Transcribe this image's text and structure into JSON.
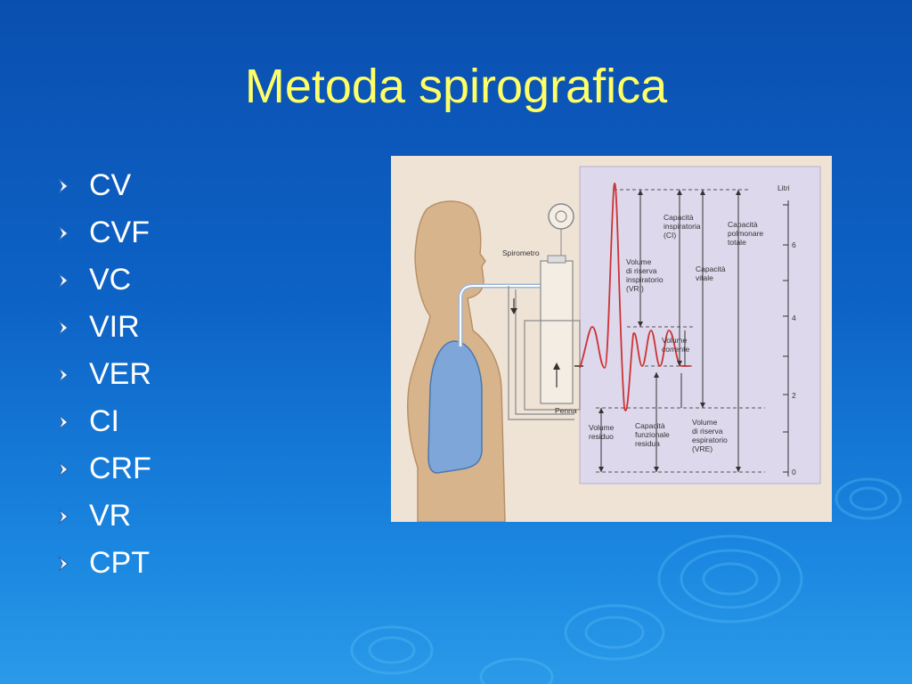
{
  "slide": {
    "title": "Metoda spirografica",
    "bullets": [
      {
        "text": "CV"
      },
      {
        "text": "CVF"
      },
      {
        "text": "VC"
      },
      {
        "text": "VIR"
      },
      {
        "text": "VER"
      },
      {
        "text": "CI"
      },
      {
        "text": "CRF"
      },
      {
        "text": "VR"
      },
      {
        "text": "CPT"
      }
    ]
  },
  "figure": {
    "labels": {
      "spirometro": "Spirometro",
      "penna": "Penna",
      "capacita_inspiratoria": "Capacità\ninspiratoria\n(CI)",
      "capacita_polmonare_totale": "Capacità\npolmonare\ntotale",
      "volume_riserva_inspiratorio": "Volume\ndi riserva\ninspiratorio\n(VRI)",
      "capacita_vitale": "Capacità\nvitale",
      "volume_corrente": "Volume\ncorrente",
      "volume_residuo": "Volume\nresiduo",
      "capacita_funzionale_residua": "Capacità\nfunzionale\nresidua",
      "volume_riserva_espiratorio": "Volume\ndi riserva\nespiratorio\n(VRE)"
    },
    "axis": {
      "unit": "Litri",
      "ticks": [
        "6",
        "4",
        "2",
        "0"
      ]
    }
  },
  "colors": {
    "title": "#ffff66",
    "bullet_text": "#ffffff",
    "trace": "#cc3333",
    "lung": "#7ea6d8",
    "skin": "#d8b48c",
    "panel": "#ddd8ec"
  }
}
